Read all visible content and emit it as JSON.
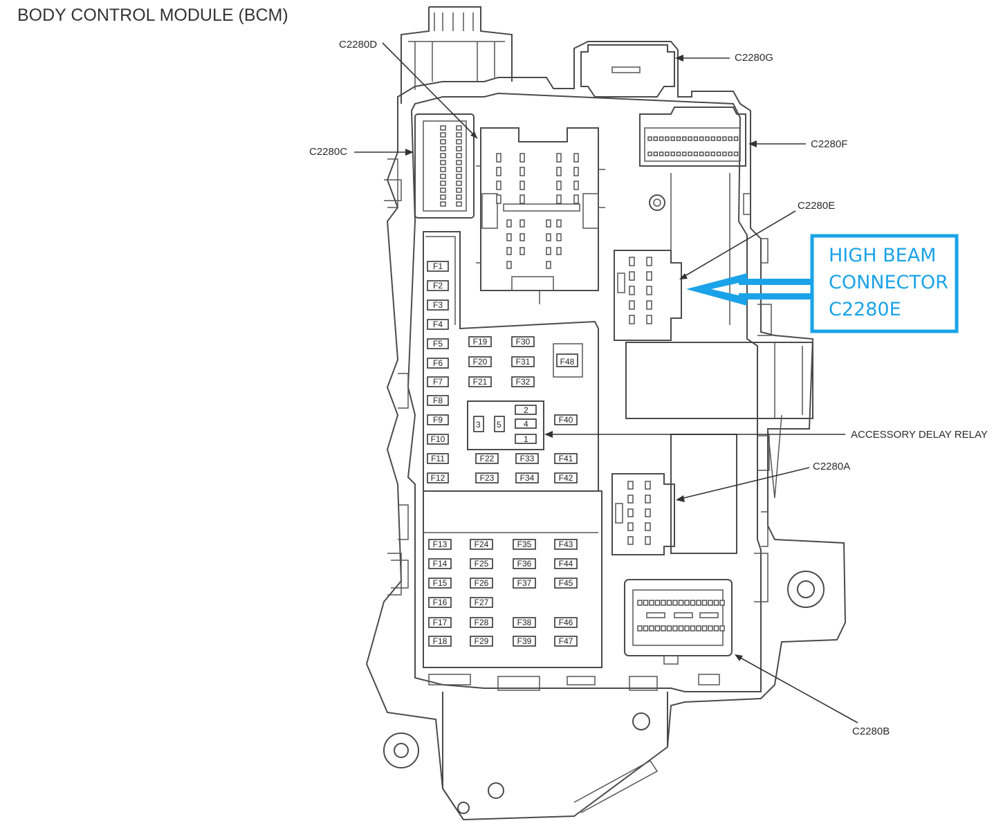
{
  "title": "BODY CONTROL MODULE (BCM)",
  "callouts": {
    "c2280d": "C2280D",
    "c2280g": "C2280G",
    "c2280c": "C2280C",
    "c2280f": "C2280F",
    "c2280e": "C2280E",
    "accessory_delay_relay": "ACCESSORY DELAY RELAY",
    "c2280a": "C2280A",
    "c2280b": "C2280B"
  },
  "highlight": {
    "lines": [
      "HIGH BEAM",
      "CONNECTOR",
      "C2280E"
    ],
    "color": "#1aa3e8"
  },
  "relay_terminals": [
    "3",
    "5",
    "2",
    "4",
    "1"
  ],
  "fuses": {
    "col1": [
      "F1",
      "F2",
      "F3",
      "F4",
      "F5",
      "F6",
      "F7",
      "F8",
      "F9",
      "F10",
      "F11",
      "F12"
    ],
    "col2": [
      "F19",
      "F20",
      "F21"
    ],
    "col3": [
      "F30",
      "F31",
      "F32"
    ],
    "f48": "F48",
    "f40": "F40",
    "row_a": [
      "F22",
      "F33",
      "F41"
    ],
    "row_b": [
      "F23",
      "F34",
      "F42"
    ],
    "lower_c1": [
      "F13",
      "F14",
      "F15",
      "F16",
      "F17",
      "F18"
    ],
    "lower_c2": [
      "F24",
      "F25",
      "F26",
      "F27",
      "F28",
      "F29"
    ],
    "lower_c3": [
      "F35",
      "F36",
      "F37",
      "F38",
      "F39"
    ],
    "lower_c4": [
      "F43",
      "F44",
      "F45",
      "F46",
      "F47"
    ]
  }
}
